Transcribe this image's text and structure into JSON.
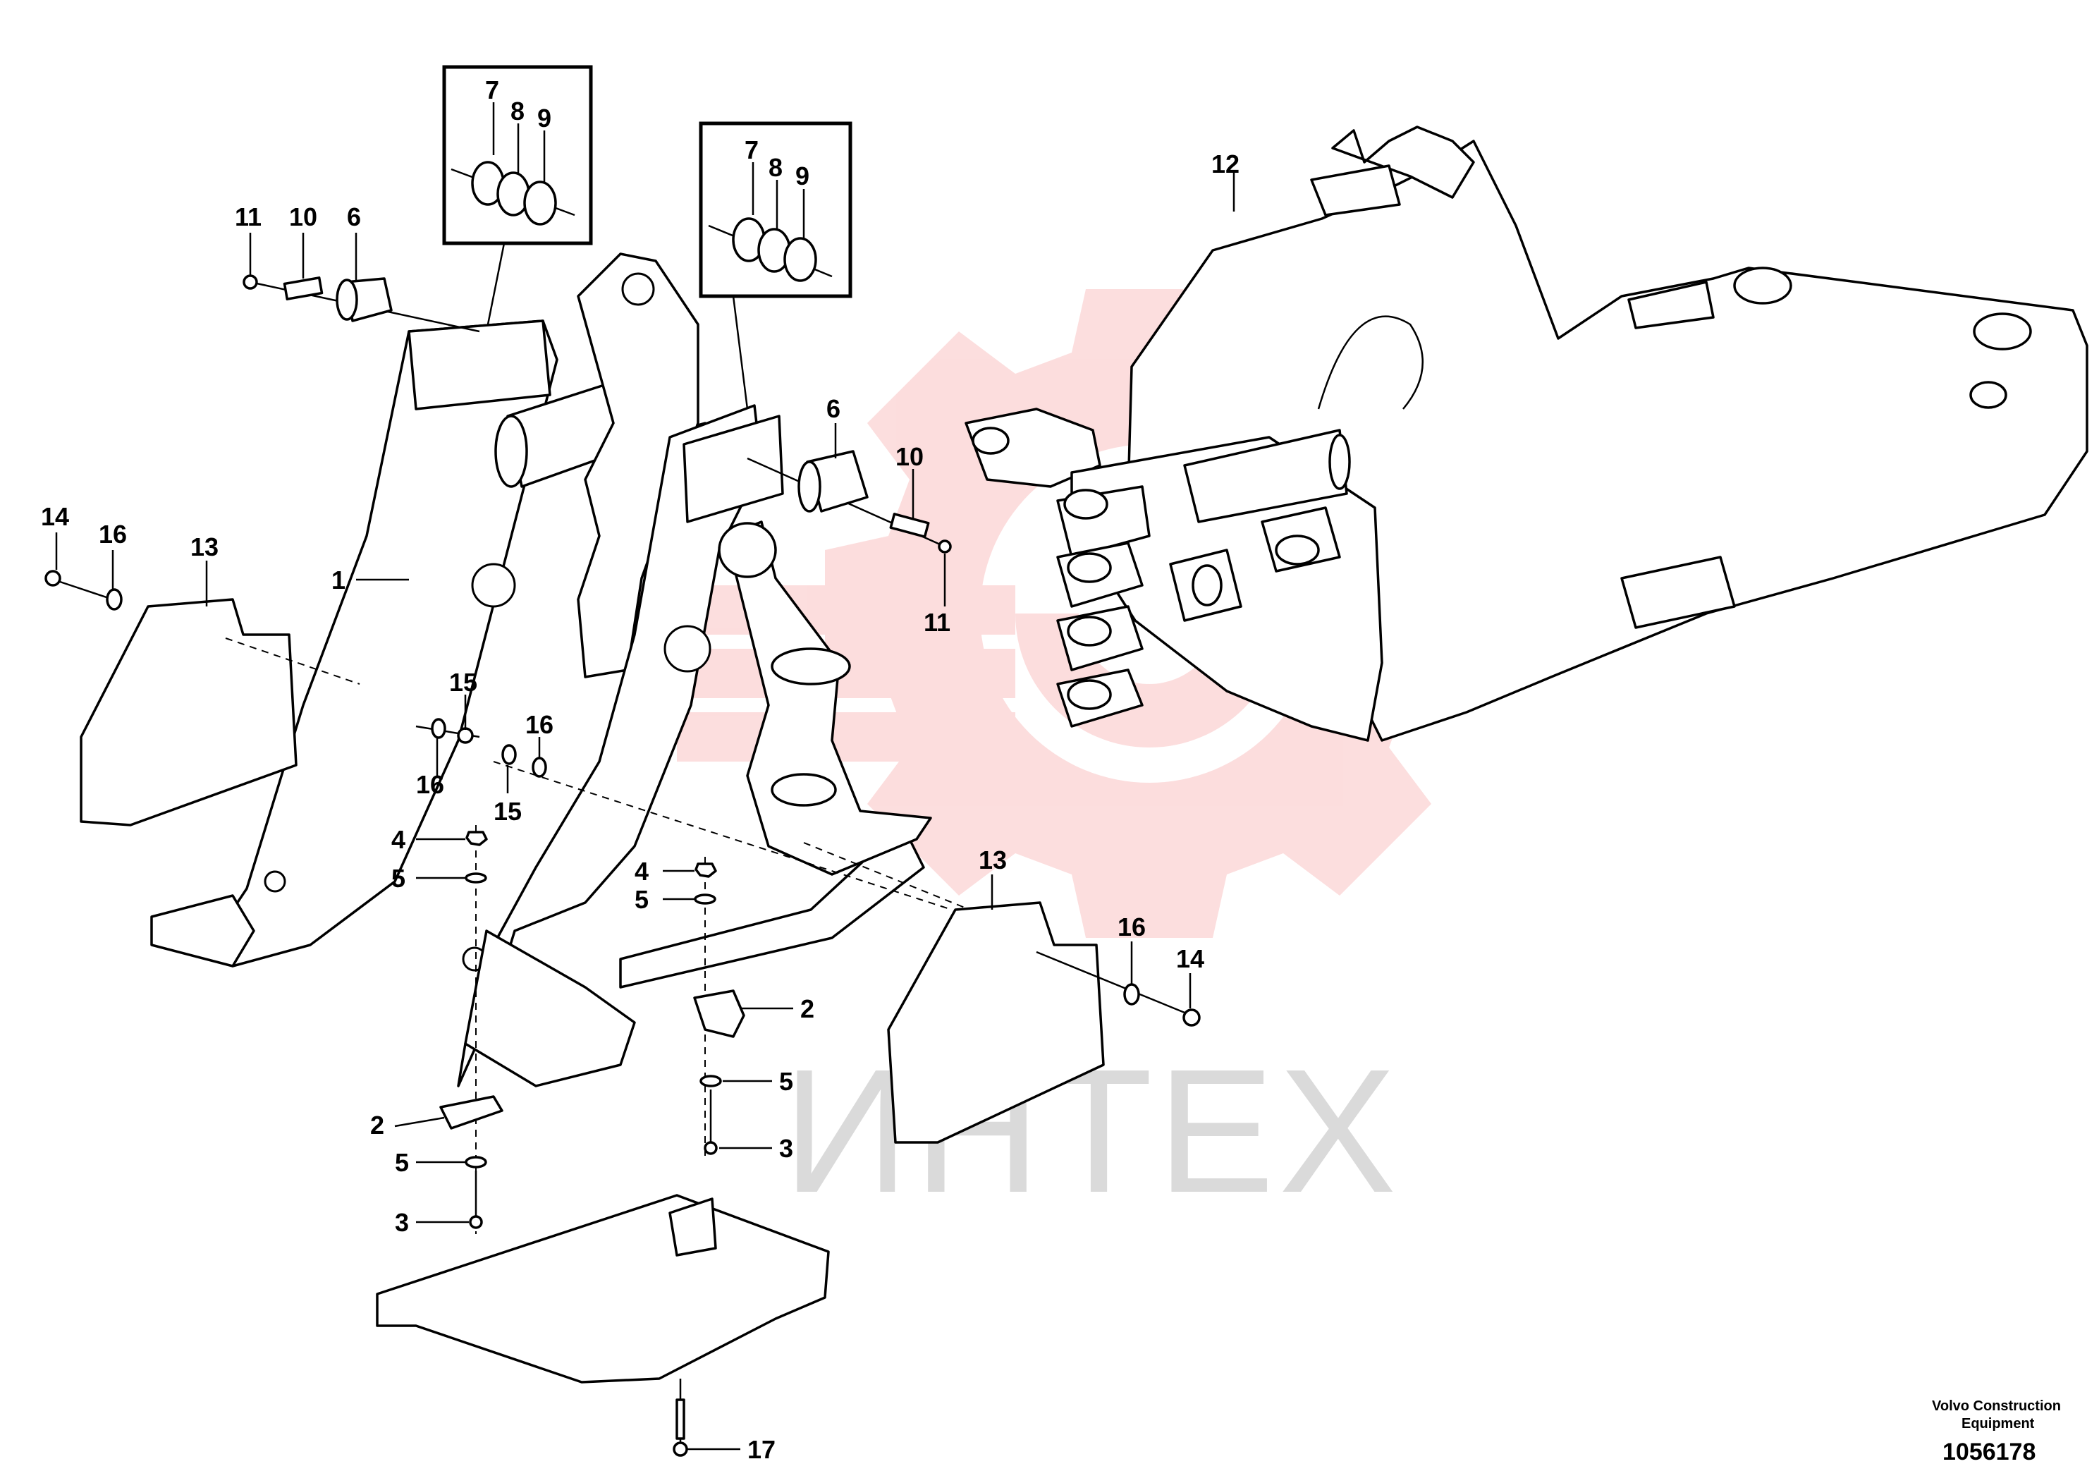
{
  "watermark": {
    "text": "ИНТЕХ",
    "gear_color": "#f04a4a"
  },
  "callouts": {
    "detail_a": {
      "c7": "7",
      "c8": "8",
      "c9": "9"
    },
    "detail_b": {
      "c7": "7",
      "c8": "8",
      "c9": "9"
    },
    "left": {
      "c11": "11",
      "c10": "10",
      "c6": "6",
      "c14": "14",
      "c16": "16",
      "c13": "13",
      "c1": "1",
      "c15a": "15",
      "c16a": "16",
      "c16b": "16",
      "c15b": "15",
      "c4": "4",
      "c5": "5",
      "c2": "2",
      "c5b": "5",
      "c3": "3"
    },
    "center": {
      "c6": "6",
      "c10": "10",
      "c11": "11",
      "c4": "4",
      "c5": "5",
      "c2": "2",
      "c5b": "5",
      "c3": "3",
      "c17": "17"
    },
    "right": {
      "c12": "12",
      "c13": "13",
      "c16": "16",
      "c14": "14"
    }
  },
  "footer": {
    "company_line1": "Volvo Construction",
    "company_line2": "Equipment",
    "drawing_number": "1056178"
  }
}
